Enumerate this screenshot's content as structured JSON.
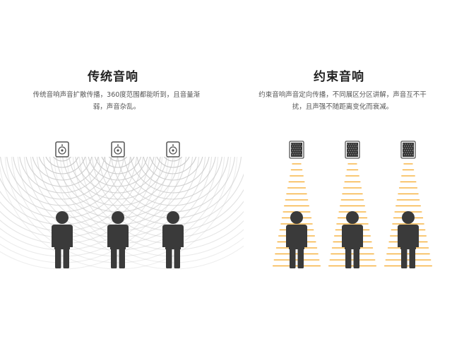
{
  "left_panel": {
    "title": "传统音响",
    "description": "传统音响声音扩散传播，360度范围都能听到，且音量渐弱，声音杂乱。",
    "speaker_icon": "speaker-icon",
    "person_icon": "person-icon",
    "wave_color": "#c8c8c8",
    "speaker_count": 3,
    "person_count": 3
  },
  "right_panel": {
    "title": "约束音响",
    "description": "约束音响声音定向传播，不同展区分区讲解，声音互不干扰，且声强不随距离变化而衰减。",
    "speaker_icon": "directional-speaker-icon",
    "person_icon": "person-icon",
    "beam_color": "#f5a623",
    "speaker_count": 3,
    "person_count": 3
  },
  "colors": {
    "person": "#3a3a3a",
    "speaker_box": "#555555",
    "grille": "#333333"
  }
}
